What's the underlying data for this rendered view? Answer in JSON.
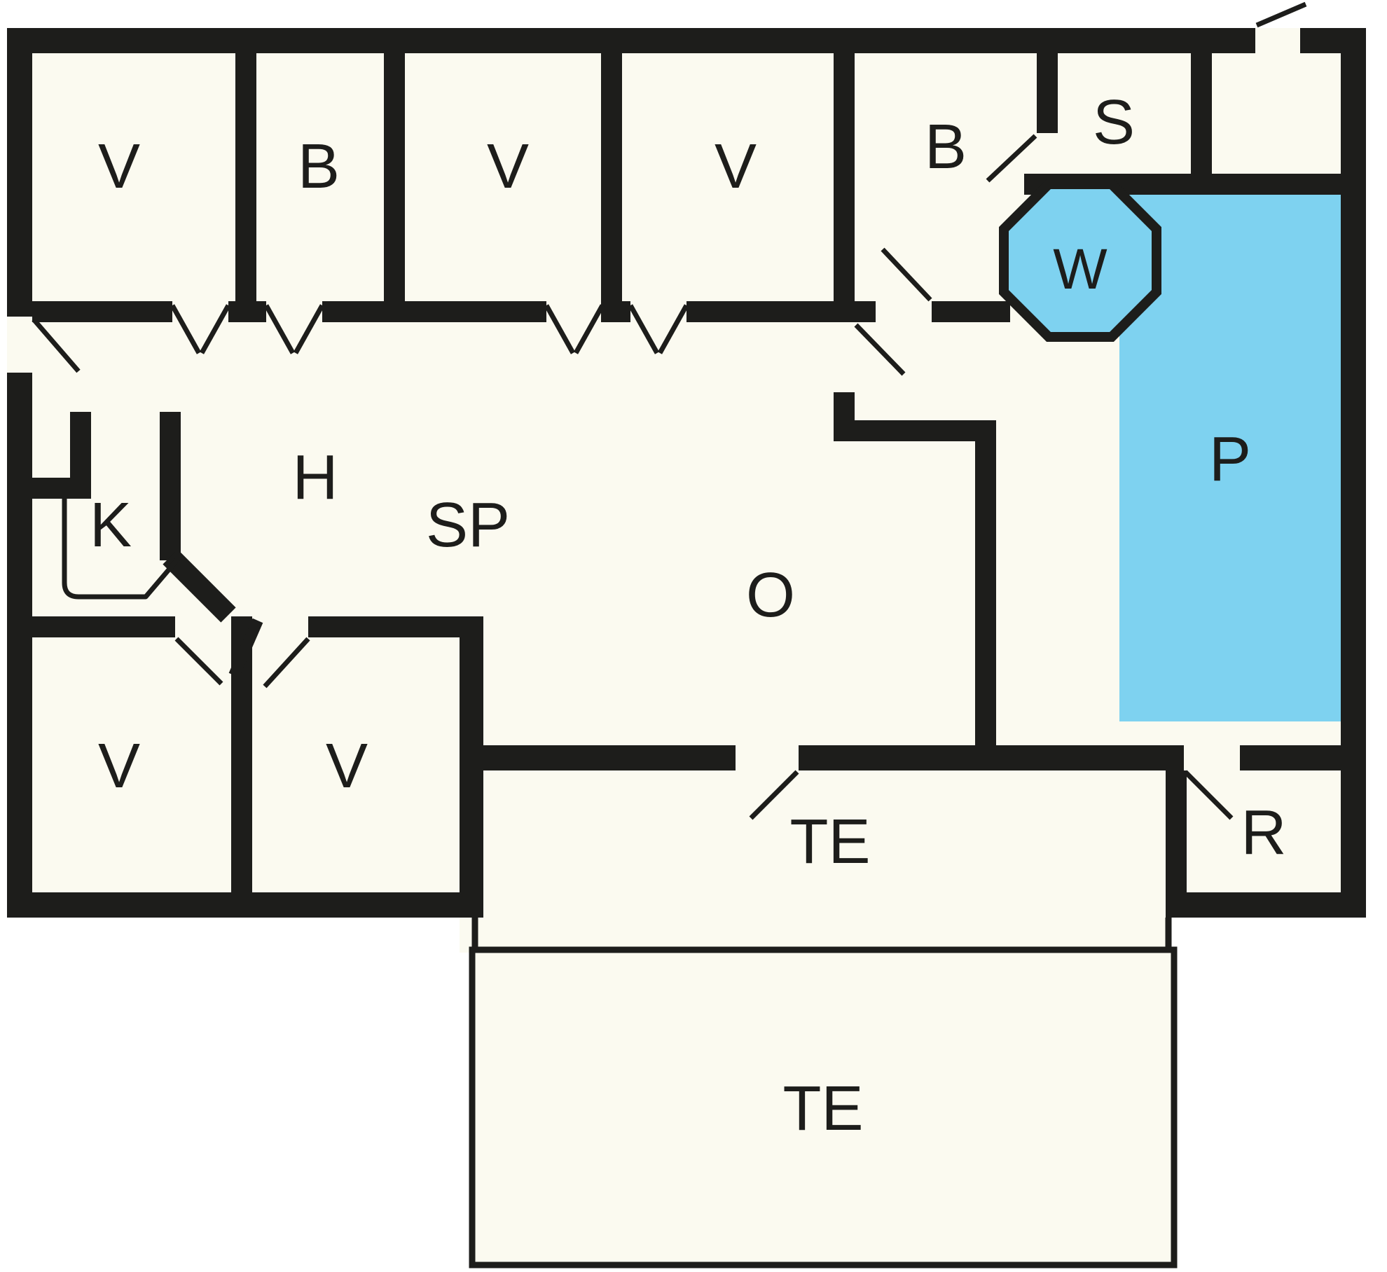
{
  "colors": {
    "wall": "#1d1d1b",
    "floor": "#fbfaf0",
    "water": "#7ed2f0",
    "bg": "#ffffff"
  },
  "rooms": [
    {
      "id": "bedroom-1",
      "label": "V"
    },
    {
      "id": "bathroom-1",
      "label": "B"
    },
    {
      "id": "bedroom-2",
      "label": "V"
    },
    {
      "id": "bedroom-3",
      "label": "V"
    },
    {
      "id": "bathroom-2",
      "label": "B"
    },
    {
      "id": "sauna",
      "label": "S"
    },
    {
      "id": "whirlpool",
      "label": "W"
    },
    {
      "id": "pool",
      "label": "P"
    },
    {
      "id": "kitchen",
      "label": "K"
    },
    {
      "id": "hall",
      "label": "H"
    },
    {
      "id": "dining",
      "label": "SP"
    },
    {
      "id": "lounge",
      "label": "O"
    },
    {
      "id": "bedroom-4",
      "label": "V"
    },
    {
      "id": "bedroom-5",
      "label": "V"
    },
    {
      "id": "terrace-upper",
      "label": "TE"
    },
    {
      "id": "storage",
      "label": "R"
    },
    {
      "id": "terrace-lower",
      "label": "TE"
    }
  ]
}
